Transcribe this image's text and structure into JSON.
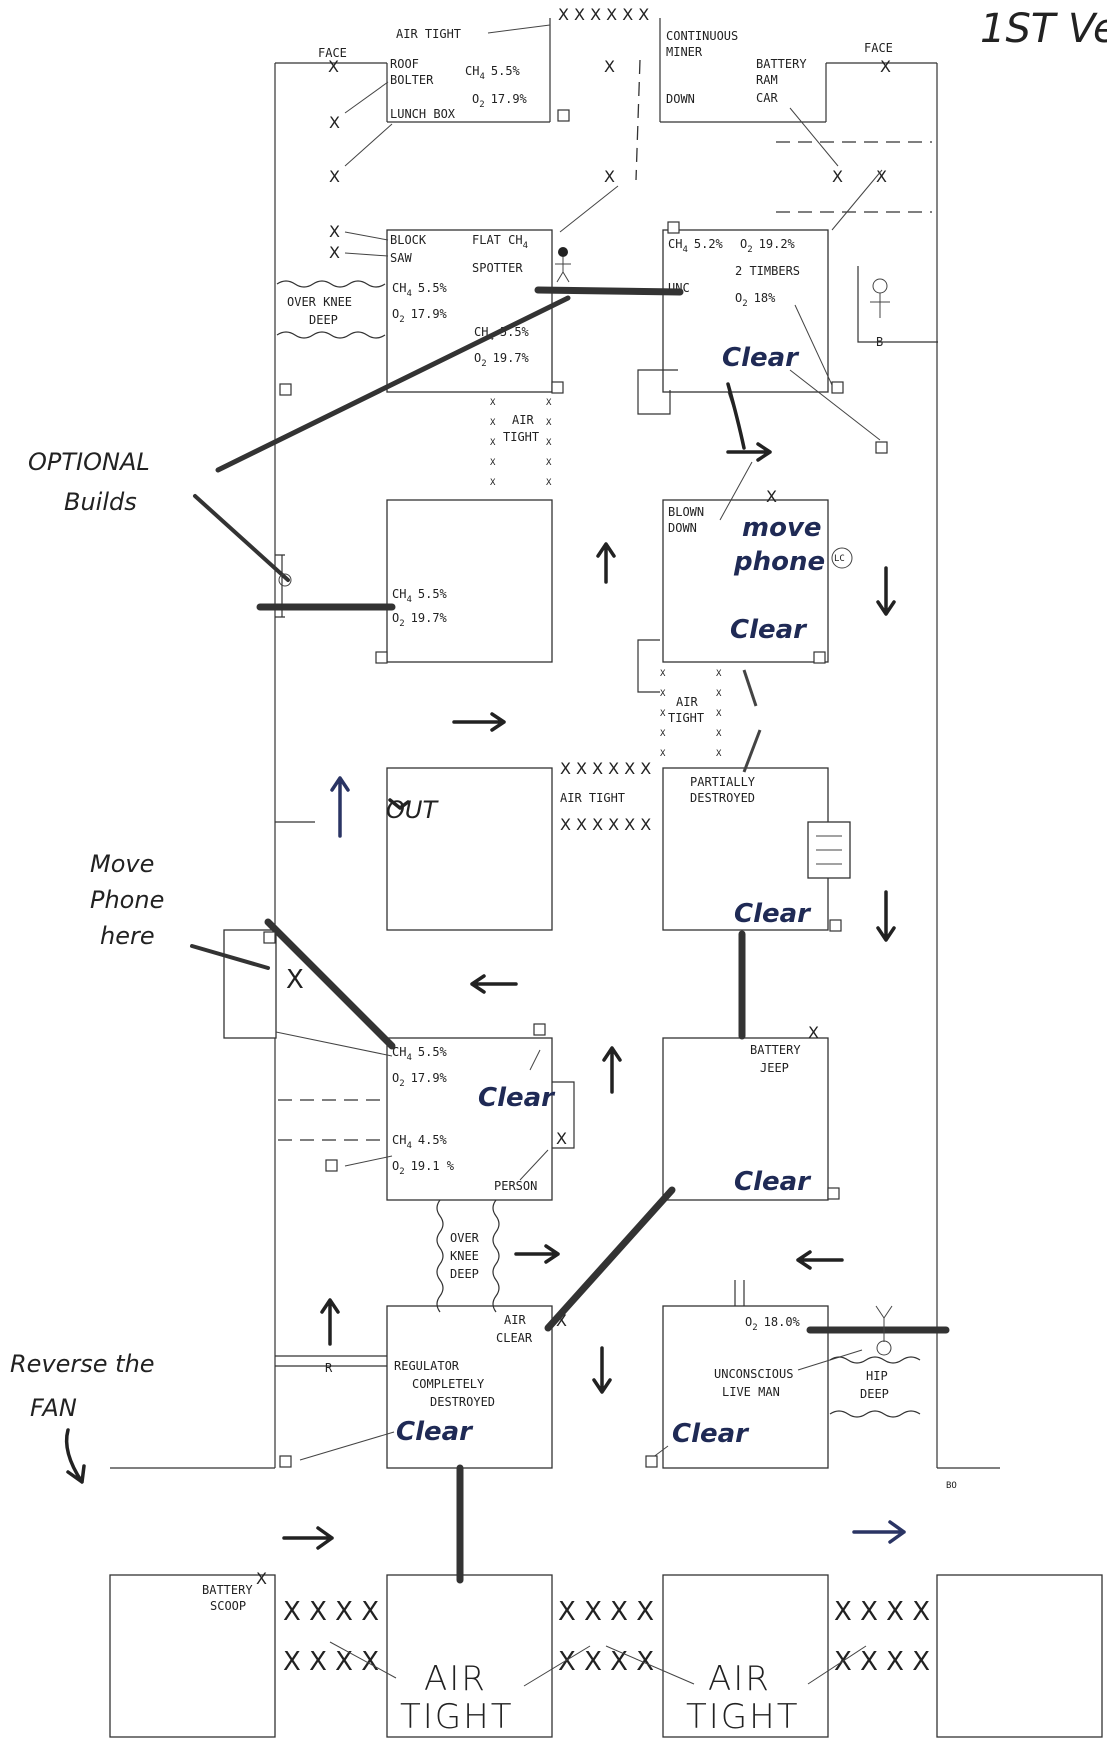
{
  "header": {
    "corner_note": "1ST Ve"
  },
  "labels": {
    "air_tight": "AIR TIGHT",
    "air_tight_stack": [
      "AIR",
      "TIGHT"
    ],
    "face": "FACE",
    "roof_bolter": [
      "ROOF",
      "BOLTER"
    ],
    "lunch_box": "LUNCH BOX",
    "continuous_miner": [
      "CONTINUOUS",
      "MINER"
    ],
    "down": "DOWN",
    "battery_ram_car": [
      "BATTERY",
      "RAM",
      "CAR"
    ],
    "block_saw": [
      "BLOCK",
      "SAW"
    ],
    "flat_ch4": "FLAT CH",
    "spotter": "SPOTTER",
    "over_knee_deep_left": [
      "OVER KNEE",
      "DEEP"
    ],
    "two_timbers": "2 TIMBERS",
    "unc": "UNC",
    "blown_down": [
      "BLOWN",
      "DOWN"
    ],
    "partially_destroyed": [
      "PARTIALLY",
      "DESTROYED"
    ],
    "battery_jeep": [
      "BATTERY",
      "JEEP"
    ],
    "person": "PERSON",
    "over_knee_deep_center": [
      "OVER",
      "KNEE",
      "DEEP"
    ],
    "air_clear": [
      "AIR",
      "CLEAR"
    ],
    "regulator": [
      "REGULATOR",
      "COMPLETELY",
      "DESTROYED"
    ],
    "unconscious_live_man": [
      "UNCONSCIOUS",
      "LIVE MAN"
    ],
    "hip_deep": [
      "HIP",
      "DEEP"
    ],
    "battery_scoop": [
      "BATTERY",
      "SCOOP"
    ],
    "bo": "BO",
    "r_mark": "R",
    "b_mark": "B",
    "lc_mark": "LC"
  },
  "gas": {
    "ch4_55": "5.5%",
    "o2_179": "17.9%",
    "ch4_52": "5.2%",
    "o2_192": "19.2%",
    "o2_18": "18%",
    "o2_197": "19.7%",
    "ch4_45": "4.5%",
    "o2_191": "19.1 %",
    "o2_180": "18.0%",
    "ch4_prefix": "CH",
    "o2_prefix": "O",
    "sub4": "4",
    "sub2": "2"
  },
  "handwritten": {
    "optional_builds": [
      "OPTIONAL",
      "Builds"
    ],
    "move_phone_here": [
      "Move",
      "Phone",
      "here"
    ],
    "reverse_the_fan": [
      "Reverse the",
      "FAN"
    ],
    "clear": "Clear",
    "move_phone": [
      "move",
      "phone"
    ],
    "out": "OUT"
  },
  "marks": {
    "x": "X",
    "x6": "X X X X X X",
    "x4": "X X X X"
  },
  "colors": {
    "ink": "#222222",
    "blue_ink": "#1f2a55",
    "paper": "#ffffff"
  }
}
